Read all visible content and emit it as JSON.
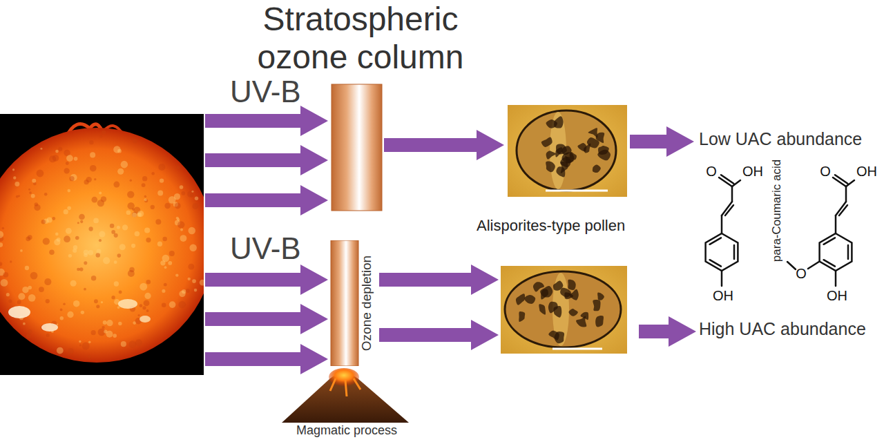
{
  "diagram": {
    "title": "Stratospheric ozone column",
    "nodes": [
      {
        "text": [
          "Ozone depletion"
        ]
      }
    ],
    "labels": [
      "UV-B",
      "UV-B",
      "Low UAC abundance",
      "O",
      "OH",
      "O",
      "OH",
      "para-Coumaric acid",
      "Alisporites-type pollen",
      "O",
      "OH",
      "OH",
      "High UAC abundance",
      "Magmatic process"
    ]
  }
}
